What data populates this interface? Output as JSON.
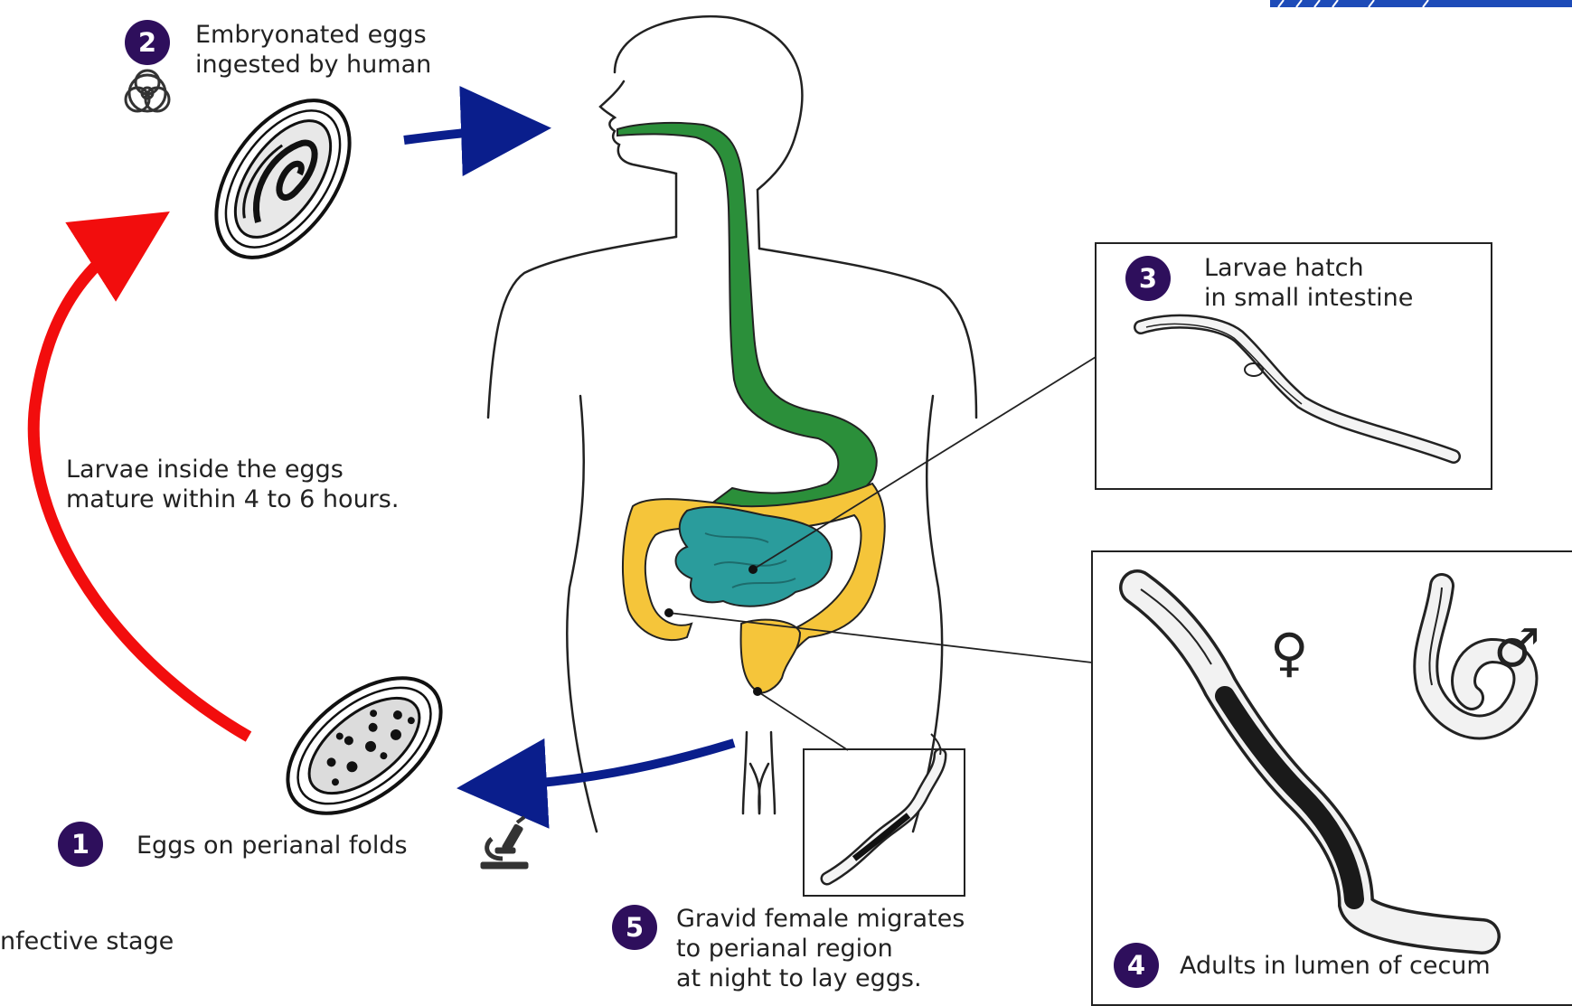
{
  "colors": {
    "badge": "#2e0f5c",
    "arrow_blue": "#0a1e8c",
    "arrow_red": "#f20d0d",
    "esophagus_stomach": "#2b8f3a",
    "small_intestine": "#2a9c9c",
    "colon": "#f5c53a",
    "outline": "#222222"
  },
  "steps": [
    {
      "number": "1",
      "text_lines": [
        "Eggs on perianal folds"
      ]
    },
    {
      "number": "2",
      "text_lines": [
        "Embryonated eggs",
        "ingested by human"
      ]
    },
    {
      "number": "3",
      "text_lines": [
        "Larvae hatch",
        "in small intestine"
      ]
    },
    {
      "number": "4",
      "text_lines": [
        "Adults in lumen of cecum"
      ]
    },
    {
      "number": "5",
      "text_lines": [
        "Gravid female migrates",
        "to perianal region",
        "at night to lay eggs."
      ]
    }
  ],
  "maturation_note": [
    "Larvae inside the eggs",
    "mature within 4 to 6 hours."
  ],
  "legend_fragment": "nfective stage",
  "sex_symbols": {
    "female": "♀",
    "male": "♂"
  },
  "icons": [
    "biohazard-icon",
    "microscope-icon"
  ]
}
